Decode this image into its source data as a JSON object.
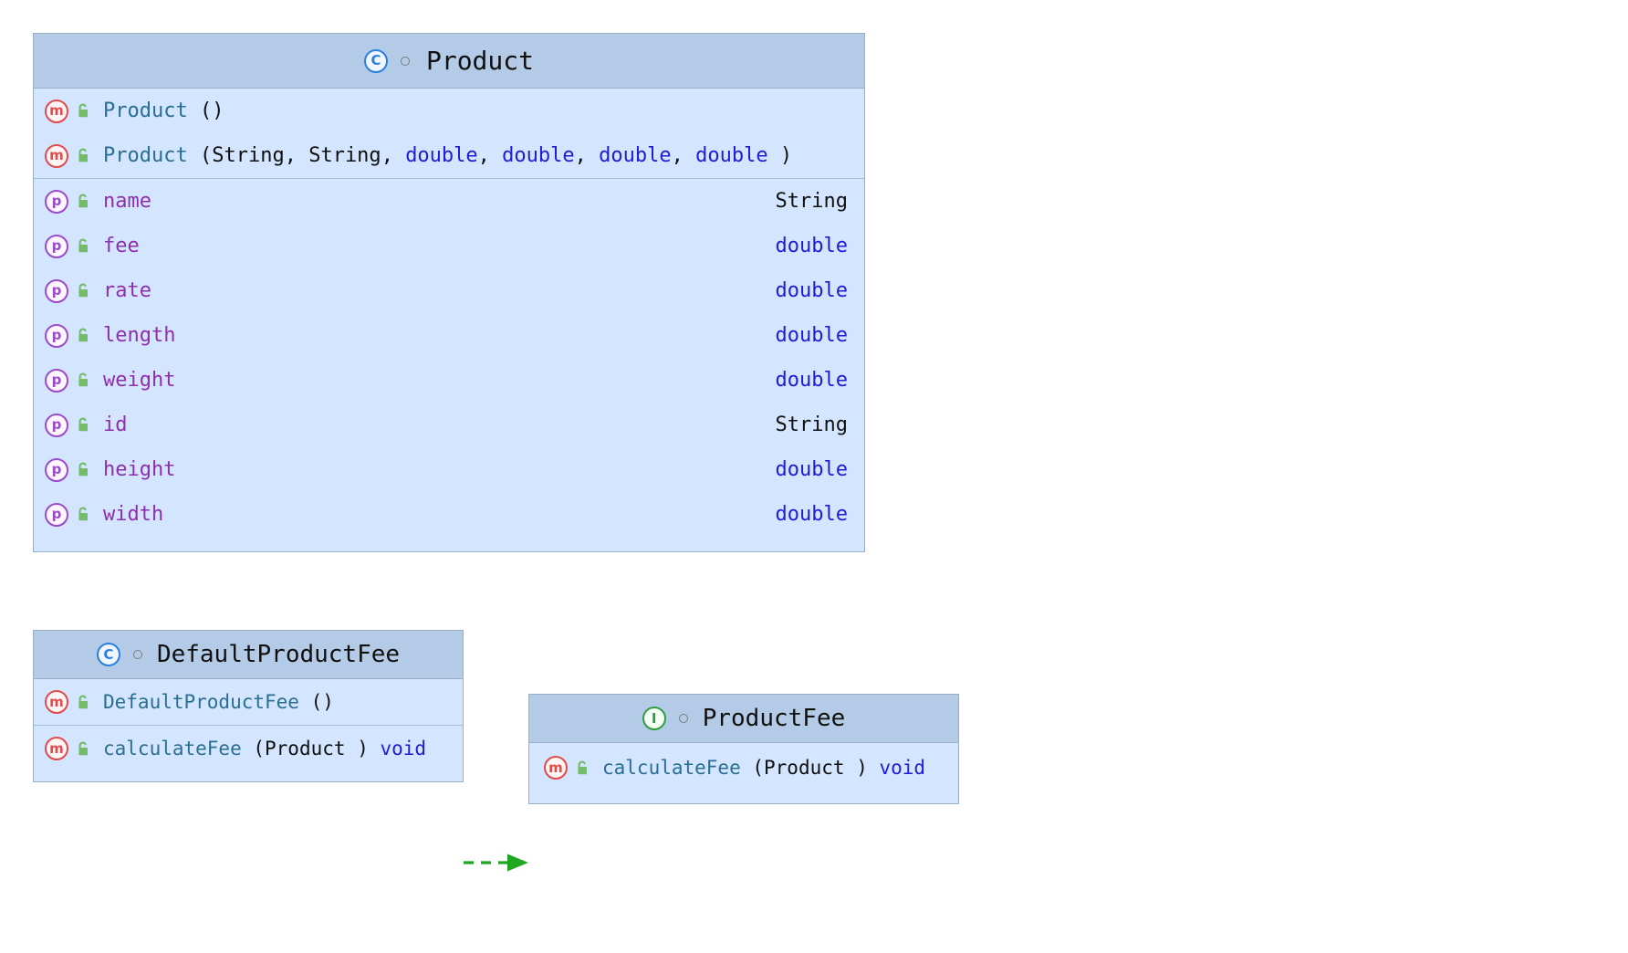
{
  "diagram": {
    "kind": "uml-class-diagram",
    "background": "#ffffff",
    "colors": {
      "header_bg": "#b4cbe7",
      "body_bg": "#d3e5ff",
      "border": "#9aaec6",
      "class_icon": "#2b7fe0",
      "interface_icon": "#2e9e3e",
      "method_icon": "#e24b4b",
      "property_icon": "#9b4bc9",
      "lock_icon": "#73bd6a",
      "method_name_text": "#2a6f92",
      "property_name_text": "#8e2fae",
      "primitive_type_text": "#1d1dd8",
      "reference_type_text": "#101010",
      "relation_arrow": "#1fa81f"
    }
  },
  "nodes": {
    "product": {
      "title": "Product",
      "stereotype": "class",
      "icon": "class-c-icon",
      "modifier_icon": "visibility-dot-icon",
      "methods": [
        {
          "icon": "method-m-icon",
          "lock": "public-unlocked-icon",
          "name": "Product",
          "open": "(",
          "params": [],
          "close": ")",
          "return": ""
        },
        {
          "icon": "method-m-icon",
          "lock": "public-unlocked-icon",
          "name": "Product",
          "open": "(",
          "params": [
            {
              "text": "String",
              "kind": "ref"
            },
            {
              "text": ",",
              "kind": "punct"
            },
            {
              "text": "String",
              "kind": "ref"
            },
            {
              "text": ",",
              "kind": "punct"
            },
            {
              "text": "double",
              "kind": "prim"
            },
            {
              "text": ",",
              "kind": "punct"
            },
            {
              "text": "double",
              "kind": "prim"
            },
            {
              "text": ",",
              "kind": "punct"
            },
            {
              "text": "double",
              "kind": "prim"
            },
            {
              "text": ",",
              "kind": "punct"
            },
            {
              "text": "double",
              "kind": "prim"
            }
          ],
          "close": ")",
          "return": ""
        }
      ],
      "properties": [
        {
          "icon": "property-p-icon",
          "lock": "public-unlocked-icon",
          "name": "name",
          "type": "String",
          "type_kind": "ref"
        },
        {
          "icon": "property-p-icon",
          "lock": "public-unlocked-icon",
          "name": "fee",
          "type": "double",
          "type_kind": "prim"
        },
        {
          "icon": "property-p-icon",
          "lock": "public-unlocked-icon",
          "name": "rate",
          "type": "double",
          "type_kind": "prim"
        },
        {
          "icon": "property-p-icon",
          "lock": "public-unlocked-icon",
          "name": "length",
          "type": "double",
          "type_kind": "prim"
        },
        {
          "icon": "property-p-icon",
          "lock": "public-unlocked-icon",
          "name": "weight",
          "type": "double",
          "type_kind": "prim"
        },
        {
          "icon": "property-p-icon",
          "lock": "public-unlocked-icon",
          "name": "id",
          "type": "String",
          "type_kind": "ref"
        },
        {
          "icon": "property-p-icon",
          "lock": "public-unlocked-icon",
          "name": "height",
          "type": "double",
          "type_kind": "prim"
        },
        {
          "icon": "property-p-icon",
          "lock": "public-unlocked-icon",
          "name": "width",
          "type": "double",
          "type_kind": "prim"
        }
      ]
    },
    "default_product_fee": {
      "title": "DefaultProductFee",
      "stereotype": "class",
      "icon": "class-c-icon",
      "modifier_icon": "visibility-dot-icon",
      "methods": [
        {
          "icon": "method-m-icon",
          "lock": "public-unlocked-icon",
          "name": "DefaultProductFee",
          "open": "(",
          "params": [],
          "close": ")",
          "return": ""
        },
        {
          "icon": "method-m-icon",
          "lock": "public-unlocked-icon",
          "name": "calculateFee",
          "open": "(",
          "params": [
            {
              "text": "Product",
              "kind": "ref"
            }
          ],
          "close": ")",
          "return": "void",
          "return_kind": "prim"
        }
      ],
      "properties": []
    },
    "product_fee": {
      "title": "ProductFee",
      "stereotype": "interface",
      "icon": "interface-i-icon",
      "modifier_icon": "visibility-dot-icon",
      "methods": [
        {
          "icon": "method-m-icon",
          "lock": "public-unlocked-icon",
          "name": "calculateFee",
          "open": "(",
          "params": [
            {
              "text": "Product",
              "kind": "ref"
            }
          ],
          "close": ")",
          "return": "void",
          "return_kind": "prim"
        }
      ],
      "properties": []
    }
  },
  "relations": [
    {
      "name": "realization",
      "style": "dashed",
      "arrowhead": "filled-triangle",
      "color": "#1fa81f",
      "from": "DefaultProductFee",
      "to": "ProductFee",
      "label": ""
    }
  ]
}
